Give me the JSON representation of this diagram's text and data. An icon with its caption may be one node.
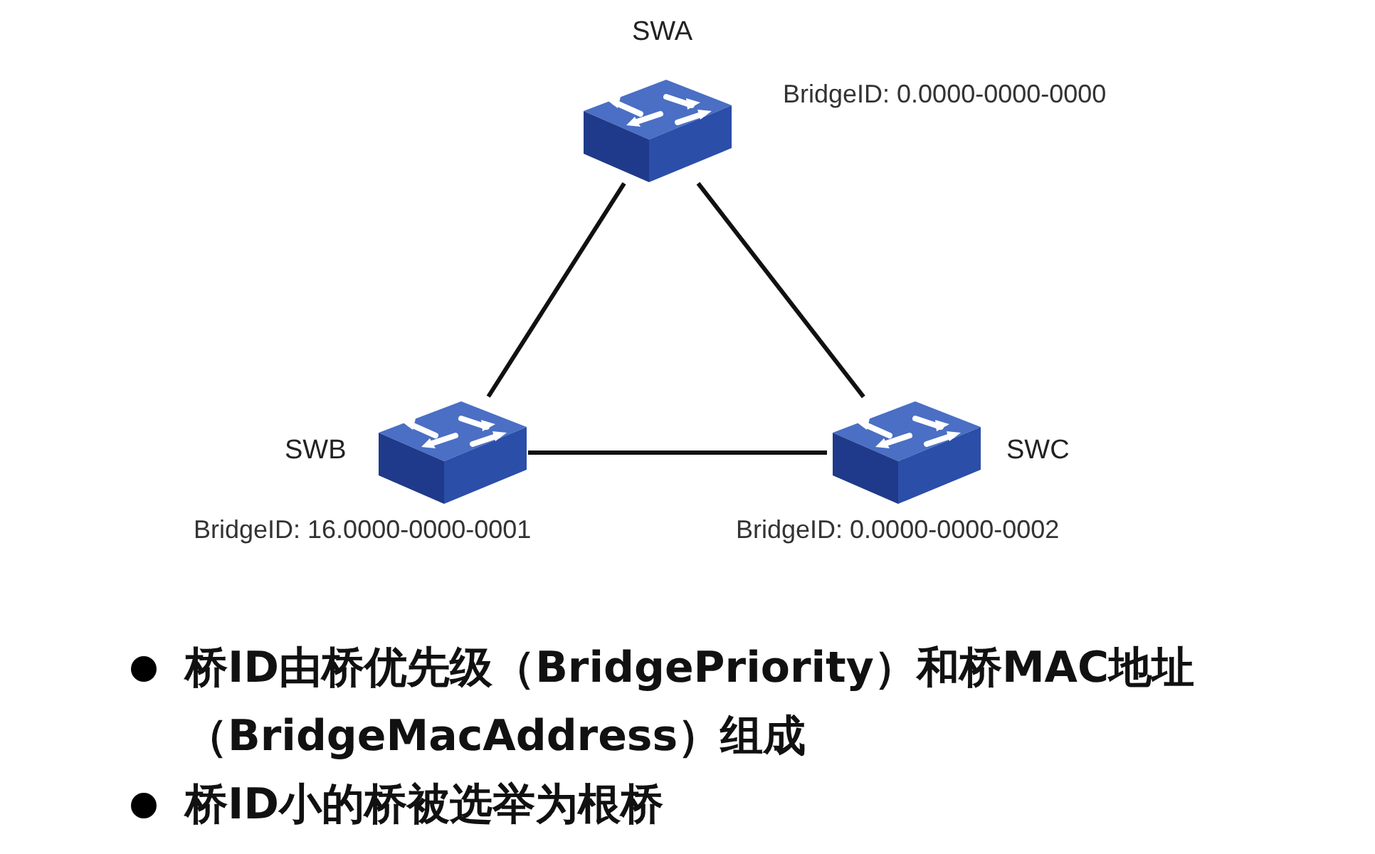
{
  "diagram": {
    "nodes": [
      {
        "text": [
          "SWA"
        ],
        "beside": [
          "BridgeID: 0.0000-0000-0000"
        ]
      },
      {
        "text": [
          "SWB"
        ],
        "beside": [
          "BridgeID: 16.0000-0000-0001"
        ]
      },
      {
        "text": [
          "SWC"
        ],
        "beside": [
          "BridgeID: 0.0000-0000-0002"
        ]
      }
    ],
    "edges": [
      {
        "from": 0,
        "to": 1,
        "arrow": "none"
      },
      {
        "from": 0,
        "to": 2,
        "arrow": "none"
      },
      {
        "from": 1,
        "to": 2,
        "arrow": "none"
      }
    ],
    "labels": [
      "桥ID由桥优先级（BridgePriority）和桥MAC地址（BridgeMacAddress）组成",
      "桥ID小的桥被选举为根桥"
    ]
  }
}
